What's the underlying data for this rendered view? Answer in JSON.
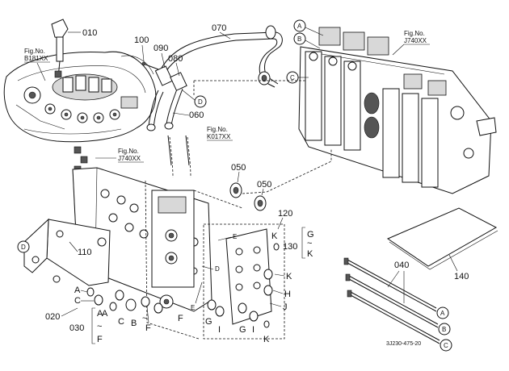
{
  "callouts": {
    "p010": "010",
    "p020": "020",
    "p030": "030",
    "p040": "040",
    "p050a": "050",
    "p050b": "050",
    "p060": "060",
    "p070": "070",
    "p080": "080",
    "p090": "090",
    "p100": "100",
    "p110": "110",
    "p120": "120",
    "p130": "130",
    "p140": "140"
  },
  "figure_refs": {
    "b181": {
      "line1": "Fig.No.",
      "line2": "B181XX"
    },
    "j740_top": {
      "line1": "Fig.No.",
      "line2": "J740XX"
    },
    "k017": {
      "line1": "Fig.No.",
      "line2": "K017XX"
    },
    "j740_mid": {
      "line1": "Fig.No.",
      "line2": "J740XX"
    }
  },
  "circle_markers": {
    "a_top": "A",
    "b_top": "B",
    "c_top": "C",
    "d_top": "D",
    "d_left": "D",
    "a_rod": "A",
    "b_rod": "B",
    "c_rod": "C"
  },
  "seal_letters": {
    "a1": "A",
    "c1": "C",
    "a2": "A",
    "c2": "C",
    "b1": "B",
    "f1": "F",
    "tilde1": "~",
    "e_top": "E",
    "d_mid": "D",
    "e_bot": "E",
    "g1": "G",
    "i1": "I",
    "g2": "G",
    "i2": "I",
    "k_top": "K",
    "k_mid": "K",
    "h1": "H",
    "j1": "J",
    "k_bot": "K",
    "f2": "F"
  },
  "range_130": {
    "top": "G",
    "tilde": "~",
    "bottom": "K"
  },
  "range_030": {
    "top": "A",
    "tilde": "~",
    "bottom": "F"
  },
  "drawing_number": "3J230-475-20",
  "icons": {
    "valve": "control-valve-assembly-icon",
    "panel": "valve-panel-icon",
    "bracket": "mounting-bracket-icon",
    "rods": "tie-rod-icon",
    "plate": "gasket-sheet-icon",
    "pipe": "hydraulic-pipe-icon",
    "engine": "engine-block-icon",
    "lever": "lever-icon"
  }
}
